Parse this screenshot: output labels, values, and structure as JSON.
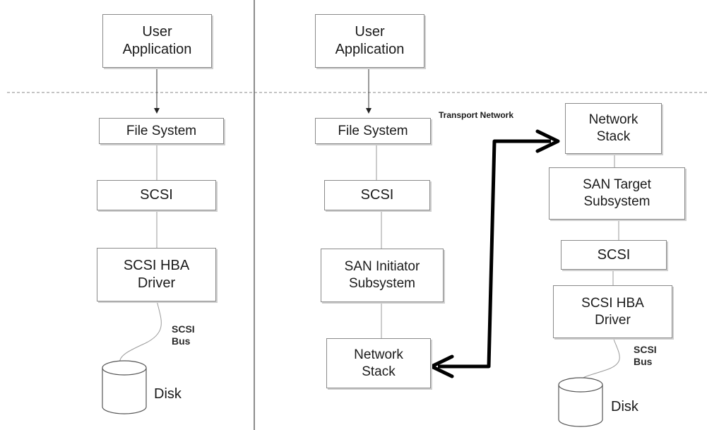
{
  "left_stack": {
    "user_application": "User\nApplication",
    "file_system": "File System",
    "scsi": "SCSI",
    "hba_driver": "SCSI HBA\nDriver",
    "bus_label": "SCSI\nBus",
    "disk_label": "Disk"
  },
  "middle_stack": {
    "user_application": "User\nApplication",
    "file_system": "File System",
    "scsi": "SCSI",
    "san_initiator": "SAN Initiator\nSubsystem",
    "network_stack": "Network\nStack"
  },
  "right_stack": {
    "network_stack": "Network\nStack",
    "san_target": "SAN Target\nSubsystem",
    "scsi": "SCSI",
    "hba_driver": "SCSI HBA\nDriver",
    "bus_label": "SCSI\nBus",
    "disk_label": "Disk"
  },
  "transport_network_label": "Transport Network",
  "colors": {
    "box_border": "#8a8a8a",
    "box_shadow": "#cfcfcf",
    "connector": "#9a9a9a",
    "transport_arrow": "#000000",
    "divider": "#888888"
  }
}
